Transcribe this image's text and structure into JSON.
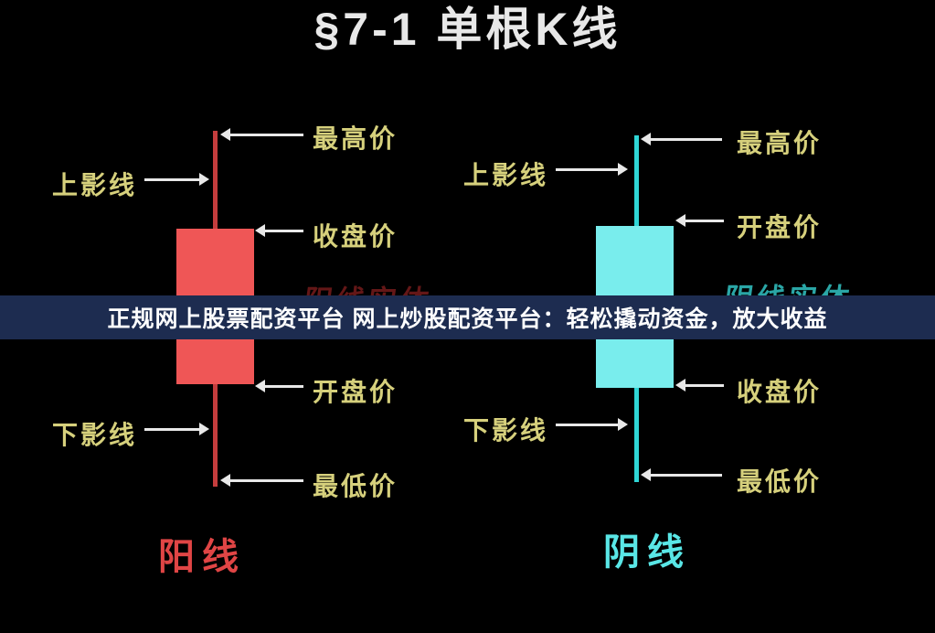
{
  "title": "§7-1 单根K线",
  "overlay_banner": {
    "text": "正规网上股票配资平台 网上炒股配资平台：轻松撬动资金，放大收益"
  },
  "colors": {
    "background": "#000000",
    "title": "#e8e8e8",
    "label": "#d6d07c",
    "arrow": "#e8e8e8",
    "yang_body": "#ef5656",
    "yang_wick": "#c43d3d",
    "yang_caption": "#e04545",
    "yang_ghost": "#641717",
    "yin_body": "#79eded",
    "yin_wick": "#2fd6d6",
    "yin_caption": "#59e6e6",
    "yin_ghost": "#2aa6a6",
    "banner_bg": "#1d2c50",
    "banner_text": "#ffffff"
  },
  "candles": [
    {
      "id": "yang",
      "caption": "阳线",
      "ghost_label": "阳线实体",
      "annotations": {
        "highest": "最高价",
        "upper_shadow": "上影线",
        "close": "收盘价",
        "open": "开盘价",
        "lower_shadow": "下影线",
        "lowest": "最低价"
      }
    },
    {
      "id": "yin",
      "caption": "阴线",
      "ghost_label": "阴线实体",
      "annotations": {
        "highest": "最高价",
        "upper_shadow": "上影线",
        "open": "开盘价",
        "close": "收盘价",
        "lower_shadow": "下影线",
        "lowest": "最低价"
      }
    }
  ]
}
